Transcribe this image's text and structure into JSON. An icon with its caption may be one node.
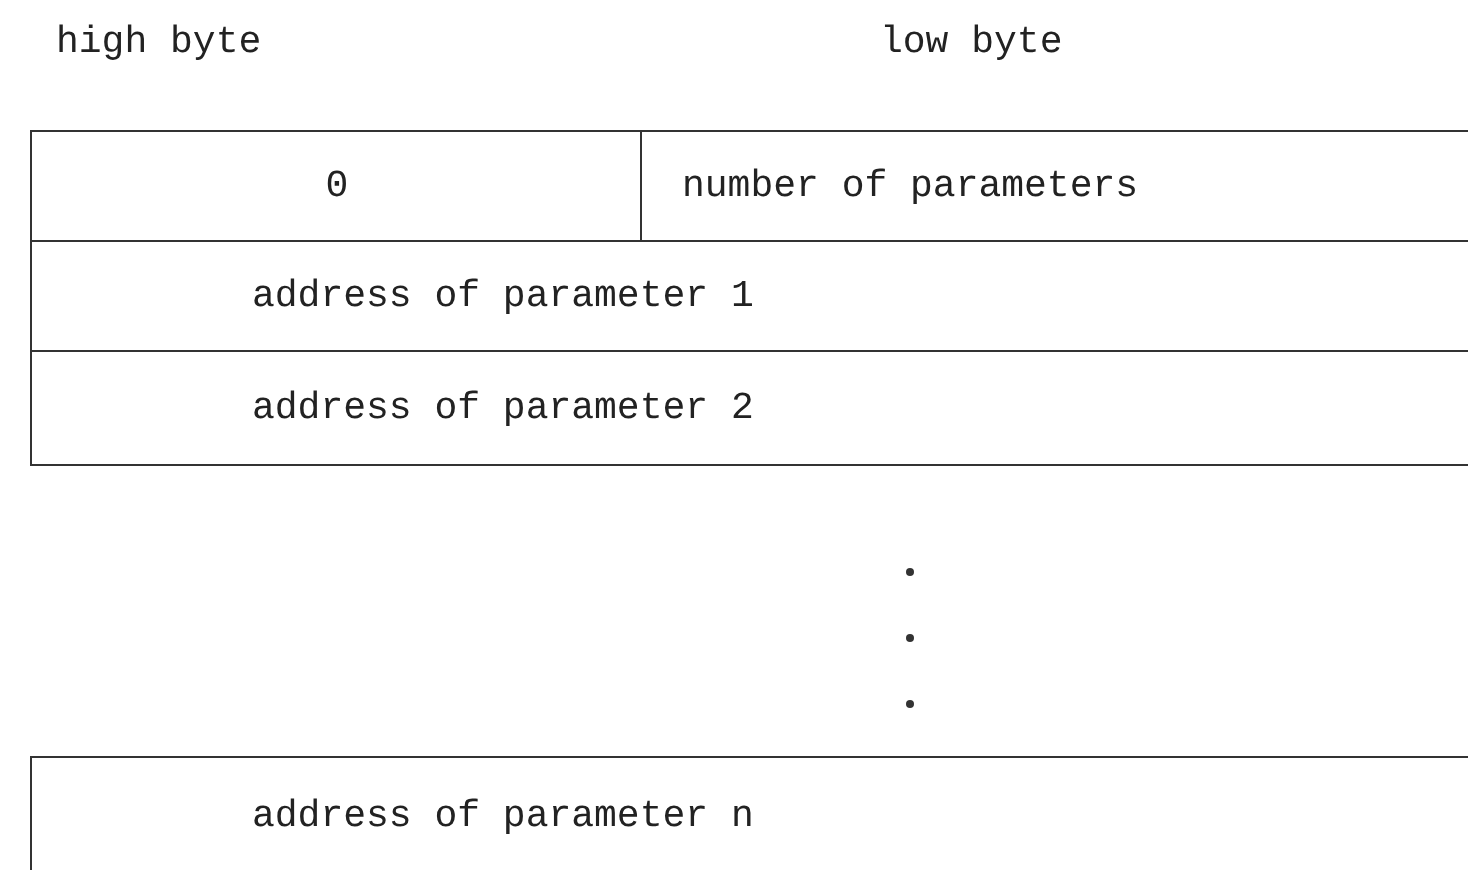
{
  "diagram": {
    "nodes": [
      {
        "text": [
          "0"
        ]
      },
      {
        "text": [
          "number of parameters"
        ]
      },
      {
        "text": [
          "address of parameter 1"
        ]
      },
      {
        "text": [
          "address of parameter 2"
        ]
      },
      {
        "text": [
          "address of parameter n"
        ]
      }
    ],
    "edges": [],
    "labels": [
      "high byte",
      "low byte"
    ]
  }
}
